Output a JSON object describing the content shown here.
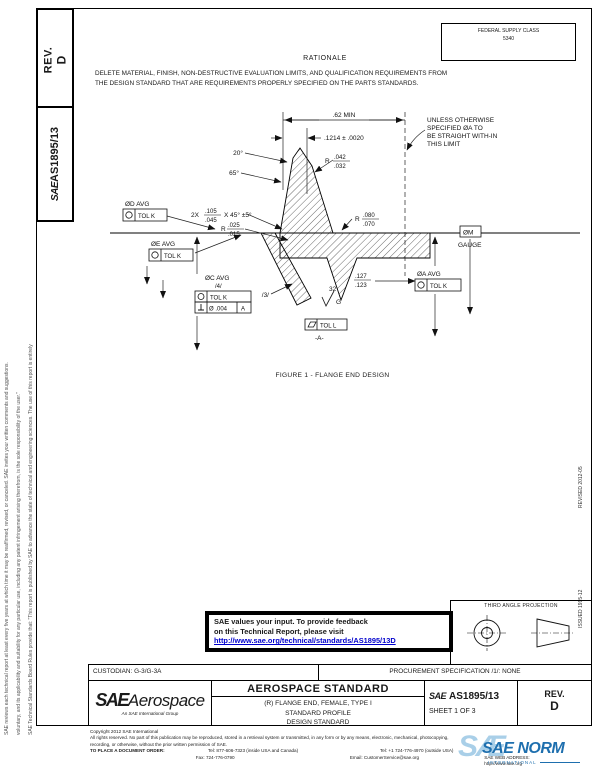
{
  "document": {
    "fsc_label": "FEDERAL SUPPLY CLASS",
    "fsc_value": "5340",
    "rev_label": "REV.",
    "rev_value": "D",
    "sae_mark": "SAE",
    "doc_number": "AS1895/13",
    "margin_note_1": "SAE Technical Standards Board Rules provide that: \"This report is published by SAE to advance the state of technical and engineering sciences. The use of this report is entirely",
    "margin_note_2": "voluntary, and its applicability and suitability for any particular use, including any patent infringement arising therefrom, is the sole responsibility of the user.\"",
    "margin_note_3": "SAE reviews each technical report at least every five years at which time it may be reaffirmed, revised, or canceled. SAE invites your written comments and suggestions.",
    "revised_note": "REVISED 2012-05",
    "issued_note": "ISSUED 1995-12"
  },
  "rationale": {
    "heading": "RATIONALE",
    "line1": "DELETE MATERIAL, FINISH, NON-DESTRUCTIVE EVALUATION LIMITS, AND QUALIFICATION REQUIREMENTS FROM",
    "line2": "THE DESIGN STANDARD THAT ARE REQUIREMENTS PROPERLY SPECIFIED ON THE PARTS STANDARDS."
  },
  "figure": {
    "caption": "FIGURE 1 - FLANGE END DESIGN",
    "dim_len": ".62 MIN",
    "dim_wall": ".1214 ± .0020",
    "note_l1": "UNLESS OTHERWISE",
    "note_l2": "SPECIFIED ØA TO",
    "note_l3": "BE STRAIGHT WITH-IN",
    "note_l4": "THIS LIMIT",
    "angle_lip": "20°",
    "angle_wall": "65°",
    "rad_lip": {
      "prefix": "R",
      "max": ".042",
      "min": ".032"
    },
    "rad_fillet": {
      "prefix": "R",
      "max": ".080",
      "min": ".070"
    },
    "chamfer": {
      "prefix": "2X",
      "max": ".105",
      "min": ".045",
      "suffix": "X 45° ±5°"
    },
    "rad_root": {
      "prefix": "R",
      "max": ".025",
      "min": ".015"
    },
    "dim_bead": {
      "max": ".127",
      "min": ".123"
    },
    "flag_3": "/3/",
    "flag_4": "/4/",
    "finish_value": "32",
    "finish_grade": "G",
    "callout_d": "ØD AVG",
    "callout_e": "ØE AVG",
    "callout_c": "ØC AVG",
    "callout_a": "ØA AVG",
    "tol_k": "TOL K",
    "tol_flat": "TOL L",
    "perp_tol": "Ø .004",
    "datum_ref": "A",
    "gauge_dia": "ØM",
    "gauge_label": "GAUGE",
    "datum_flag": "-A-"
  },
  "feedback": {
    "line1": "SAE values your input. To provide feedback",
    "line2": "on this Technical Report, please visit",
    "link": "http://www.sae.org/technical/standards/AS1895/13D"
  },
  "projection": {
    "label": "THIRD ANGLE PROJECTION"
  },
  "title_block": {
    "custodian": "CUSTODIAN: G-3/G-3A",
    "procurement": "PROCUREMENT SPECIFICATION /1/: NONE",
    "brand_sae": "SAE",
    "brand_name": "Aerospace",
    "brand_tagline": "An SAE International Group",
    "standard_kind": "AEROSPACE STANDARD",
    "title_line1": "(R)  FLANGE END, FEMALE, TYPE I",
    "title_line2": "STANDARD PROFILE",
    "title_line3": "DESIGN STANDARD",
    "doc_sae": "SAE",
    "doc_number": "AS1895/13",
    "sheet": "SHEET 1 OF 3",
    "rev_label": "REV.",
    "rev_value": "D"
  },
  "footer": {
    "copyright": "Copyright 2012 SAE International",
    "rights1": "All rights reserved. No part of this publication may be reproduced, stored in a retrieval system or transmitted, in any form or by any means, electronic, mechanical, photocopying,",
    "rights2": "recording, or otherwise, without the prior written permission of SAE.",
    "order_label": "TO PLACE A DOCUMENT ORDER:",
    "tel1": "Tel: 877-606-7323 (inside USA and Canada)",
    "tel2": "Tel: +1 724-776-4970 (outside USA)",
    "fax": "Fax: 724-776-0790",
    "email": "Email: CustomerService@sae.org",
    "web": "SAE WEB ADDRESS: http://www.sae.org"
  },
  "watermark": {
    "ghost": "SÆ",
    "title": "SAE NORM",
    "subtitle": "INTERNATIONAL"
  }
}
